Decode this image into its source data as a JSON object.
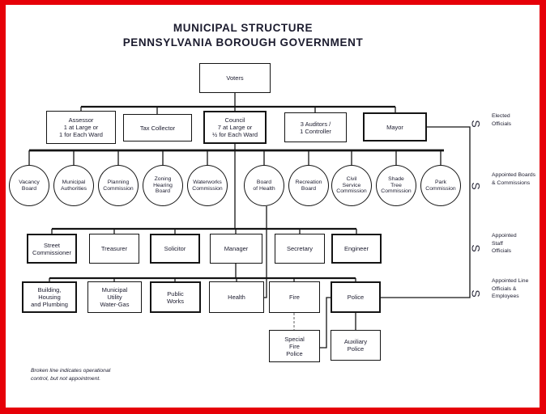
{
  "title": {
    "line1": "MUNICIPAL STRUCTURE",
    "line2": "PENNSYLVANIA BOROUGH GOVERNMENT"
  },
  "nodes": {
    "voters": {
      "lines": [
        "Voters"
      ]
    },
    "assessor": {
      "lines": [
        "Assessor",
        "1 at Large or",
        "1 for Each Ward"
      ]
    },
    "tax_collector": {
      "lines": [
        "Tax Collector"
      ]
    },
    "council": {
      "lines": [
        "Council",
        "7 at Large or",
        "½ for Each Ward"
      ]
    },
    "auditors": {
      "lines": [
        "3 Auditors /",
        "1 Controller"
      ]
    },
    "mayor": {
      "lines": [
        "Mayor"
      ]
    },
    "vacancy_board": {
      "lines": [
        "Vacancy",
        "Board"
      ]
    },
    "municipal_authorities": {
      "lines": [
        "Municipal",
        "Authorities"
      ]
    },
    "planning_commission": {
      "lines": [
        "Planning",
        "Commission"
      ]
    },
    "zoning_hearing_board": {
      "lines": [
        "Zoning",
        "Hearing",
        "Board"
      ]
    },
    "waterworks_commission": {
      "lines": [
        "Waterworks",
        "Commission"
      ]
    },
    "board_of_health": {
      "lines": [
        "Board",
        "of Health"
      ]
    },
    "recreation_board": {
      "lines": [
        "Recreation",
        "Board"
      ]
    },
    "civil_service_commission": {
      "lines": [
        "Civil",
        "Service",
        "Commission"
      ]
    },
    "shade_tree_commission": {
      "lines": [
        "Shade",
        "Tree",
        "Commission"
      ]
    },
    "park_commission": {
      "lines": [
        "Park",
        "Commission"
      ]
    },
    "street_commissioner": {
      "lines": [
        "Street",
        "Commissioner"
      ]
    },
    "treasurer": {
      "lines": [
        "Treasurer"
      ]
    },
    "solicitor": {
      "lines": [
        "Solicitor"
      ]
    },
    "manager": {
      "lines": [
        "Manager"
      ]
    },
    "secretary": {
      "lines": [
        "Secretary"
      ]
    },
    "engineer": {
      "lines": [
        "Engineer"
      ]
    },
    "building_housing_plumbing": {
      "lines": [
        "Building,",
        "Housing",
        "and Plumbing"
      ]
    },
    "municipal_utility": {
      "lines": [
        "Municipal",
        "Utility",
        "Water-Gas"
      ]
    },
    "public_works": {
      "lines": [
        "Public",
        "Works"
      ]
    },
    "health": {
      "lines": [
        "Health"
      ]
    },
    "fire": {
      "lines": [
        "Fire"
      ]
    },
    "police": {
      "lines": [
        "Police"
      ]
    },
    "special_fire_police": {
      "lines": [
        "Special",
        "Fire",
        "Police"
      ]
    },
    "auxiliary_police": {
      "lines": [
        "Auxiliary",
        "Police"
      ]
    }
  },
  "legend": {
    "brace_char": "S",
    "groups": [
      {
        "lines": [
          "Elected",
          "Officials"
        ]
      },
      {
        "lines": [
          "Appointed Boards",
          "& Commissions"
        ]
      },
      {
        "lines": [
          "Appointed",
          "Staff",
          "Officials"
        ]
      },
      {
        "lines": [
          "Appointed Line",
          "Officials &",
          "Employees"
        ]
      }
    ]
  },
  "note": {
    "lines": [
      "Broken line indicates operational",
      "control, but not appointment."
    ]
  },
  "colors": {
    "frame": "#e60008",
    "ink": "#1b1b2e",
    "line": "#141414",
    "broken": "#8f8f8f"
  }
}
